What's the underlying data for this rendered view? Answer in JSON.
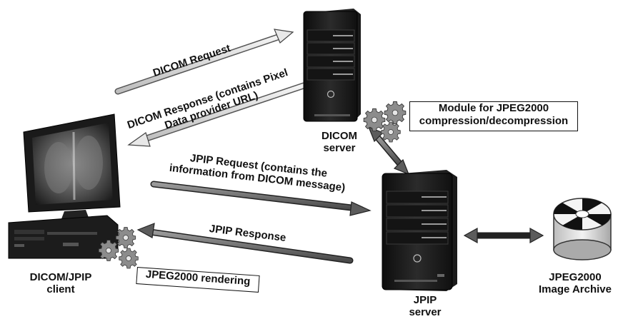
{
  "labels": {
    "dicom_request": "DICOM Request",
    "dicom_response_line1": "DICOM Response (contains Pixel",
    "dicom_response_line2": "Data provider URL)",
    "jpip_request_line1": "JPIP Request (contains the",
    "jpip_request_line2": "information from DICOM message)",
    "jpip_response": "JPIP Response",
    "module_line1": "Module for JPEG2000",
    "module_line2": "compression/decompression",
    "rendering": "JPEG2000 rendering",
    "dicom_server_line1": "DICOM",
    "dicom_server_line2": "server",
    "jpip_server_line1": "JPIP",
    "jpip_server_line2": "server",
    "client_line1": "DICOM/JPIP",
    "client_line2": "client",
    "archive_line1": "JPEG2000",
    "archive_line2": "Image Archive"
  },
  "icons": {
    "server_logo": "hp-logo",
    "gear": "gear-icon",
    "disk": "disk-archive-icon"
  },
  "colors": {
    "arrow_light": "#d9d9d9",
    "arrow_dark": "#6f6f6f",
    "server_body": "#1c1c1c",
    "gear": "#8a8a8a"
  }
}
